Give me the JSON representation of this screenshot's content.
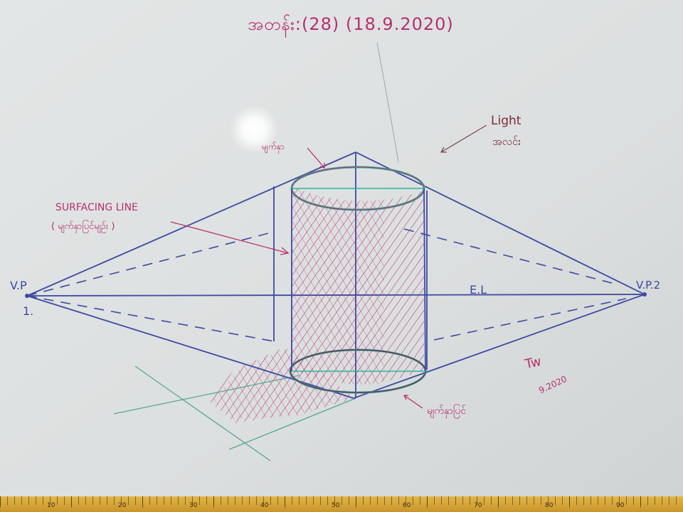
{
  "title": "အတန်း:(28) (18.9.2020)",
  "labels": {
    "vp1": "V.P",
    "vp1_number": "1.",
    "vp2": "V.P.2",
    "eye_level": "E.L",
    "surfacing_line": "SURFACING LINE",
    "surfacing_line_sub": "( မျက်နှာပြင်မျဉ်း )",
    "light": "Light",
    "light_sub": "အလင်း",
    "top_note": "မျက်နှာ",
    "bottom_note": "မျက်နှာပြင်",
    "signature": "Tw",
    "signature_date": "9.2020"
  },
  "ruler": {
    "numbers": [
      "10",
      "20",
      "30",
      "40",
      "50",
      "60",
      "70",
      "80",
      "90"
    ]
  },
  "colors": {
    "whiteboard": "#dfe2e2",
    "construction_lines": "#3d4aa0",
    "hatching": "#b4306e",
    "ellipse_highlight": "#2fb39a",
    "ruler": "#d9a63a"
  }
}
